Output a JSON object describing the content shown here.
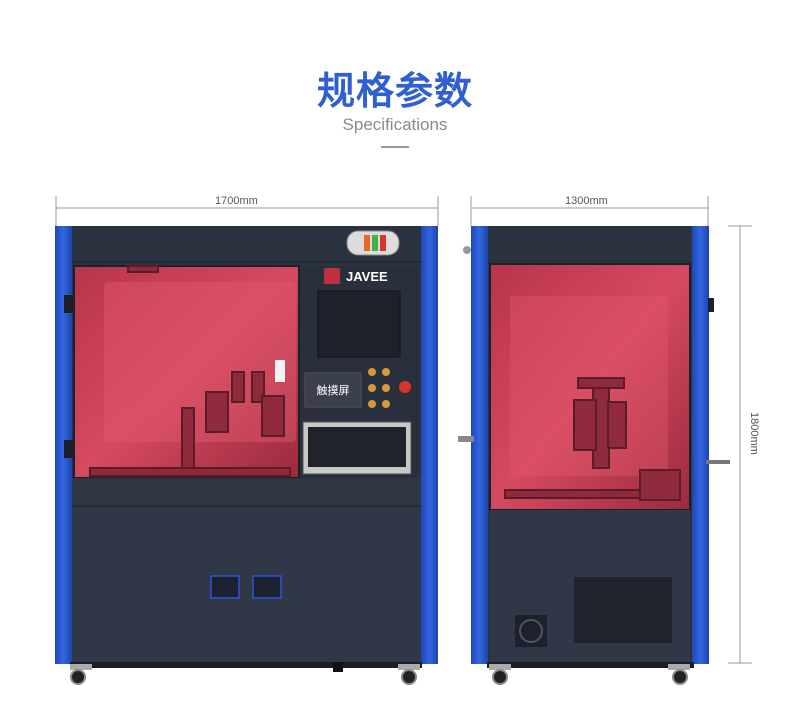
{
  "heading": {
    "title": "规格参数",
    "subtitle": "Specifications"
  },
  "dimensions": {
    "front_width": "1700mm",
    "side_width": "1300mm",
    "height": "1800mm"
  },
  "machine": {
    "brand_logo_text": "JAVEE",
    "touch_label": "触摸屏"
  },
  "colors": {
    "accent_blue": "#2f5fd1",
    "frame_blue": "#2a57d6",
    "body_dark": "#2c3340",
    "window_red": "#c94055"
  }
}
